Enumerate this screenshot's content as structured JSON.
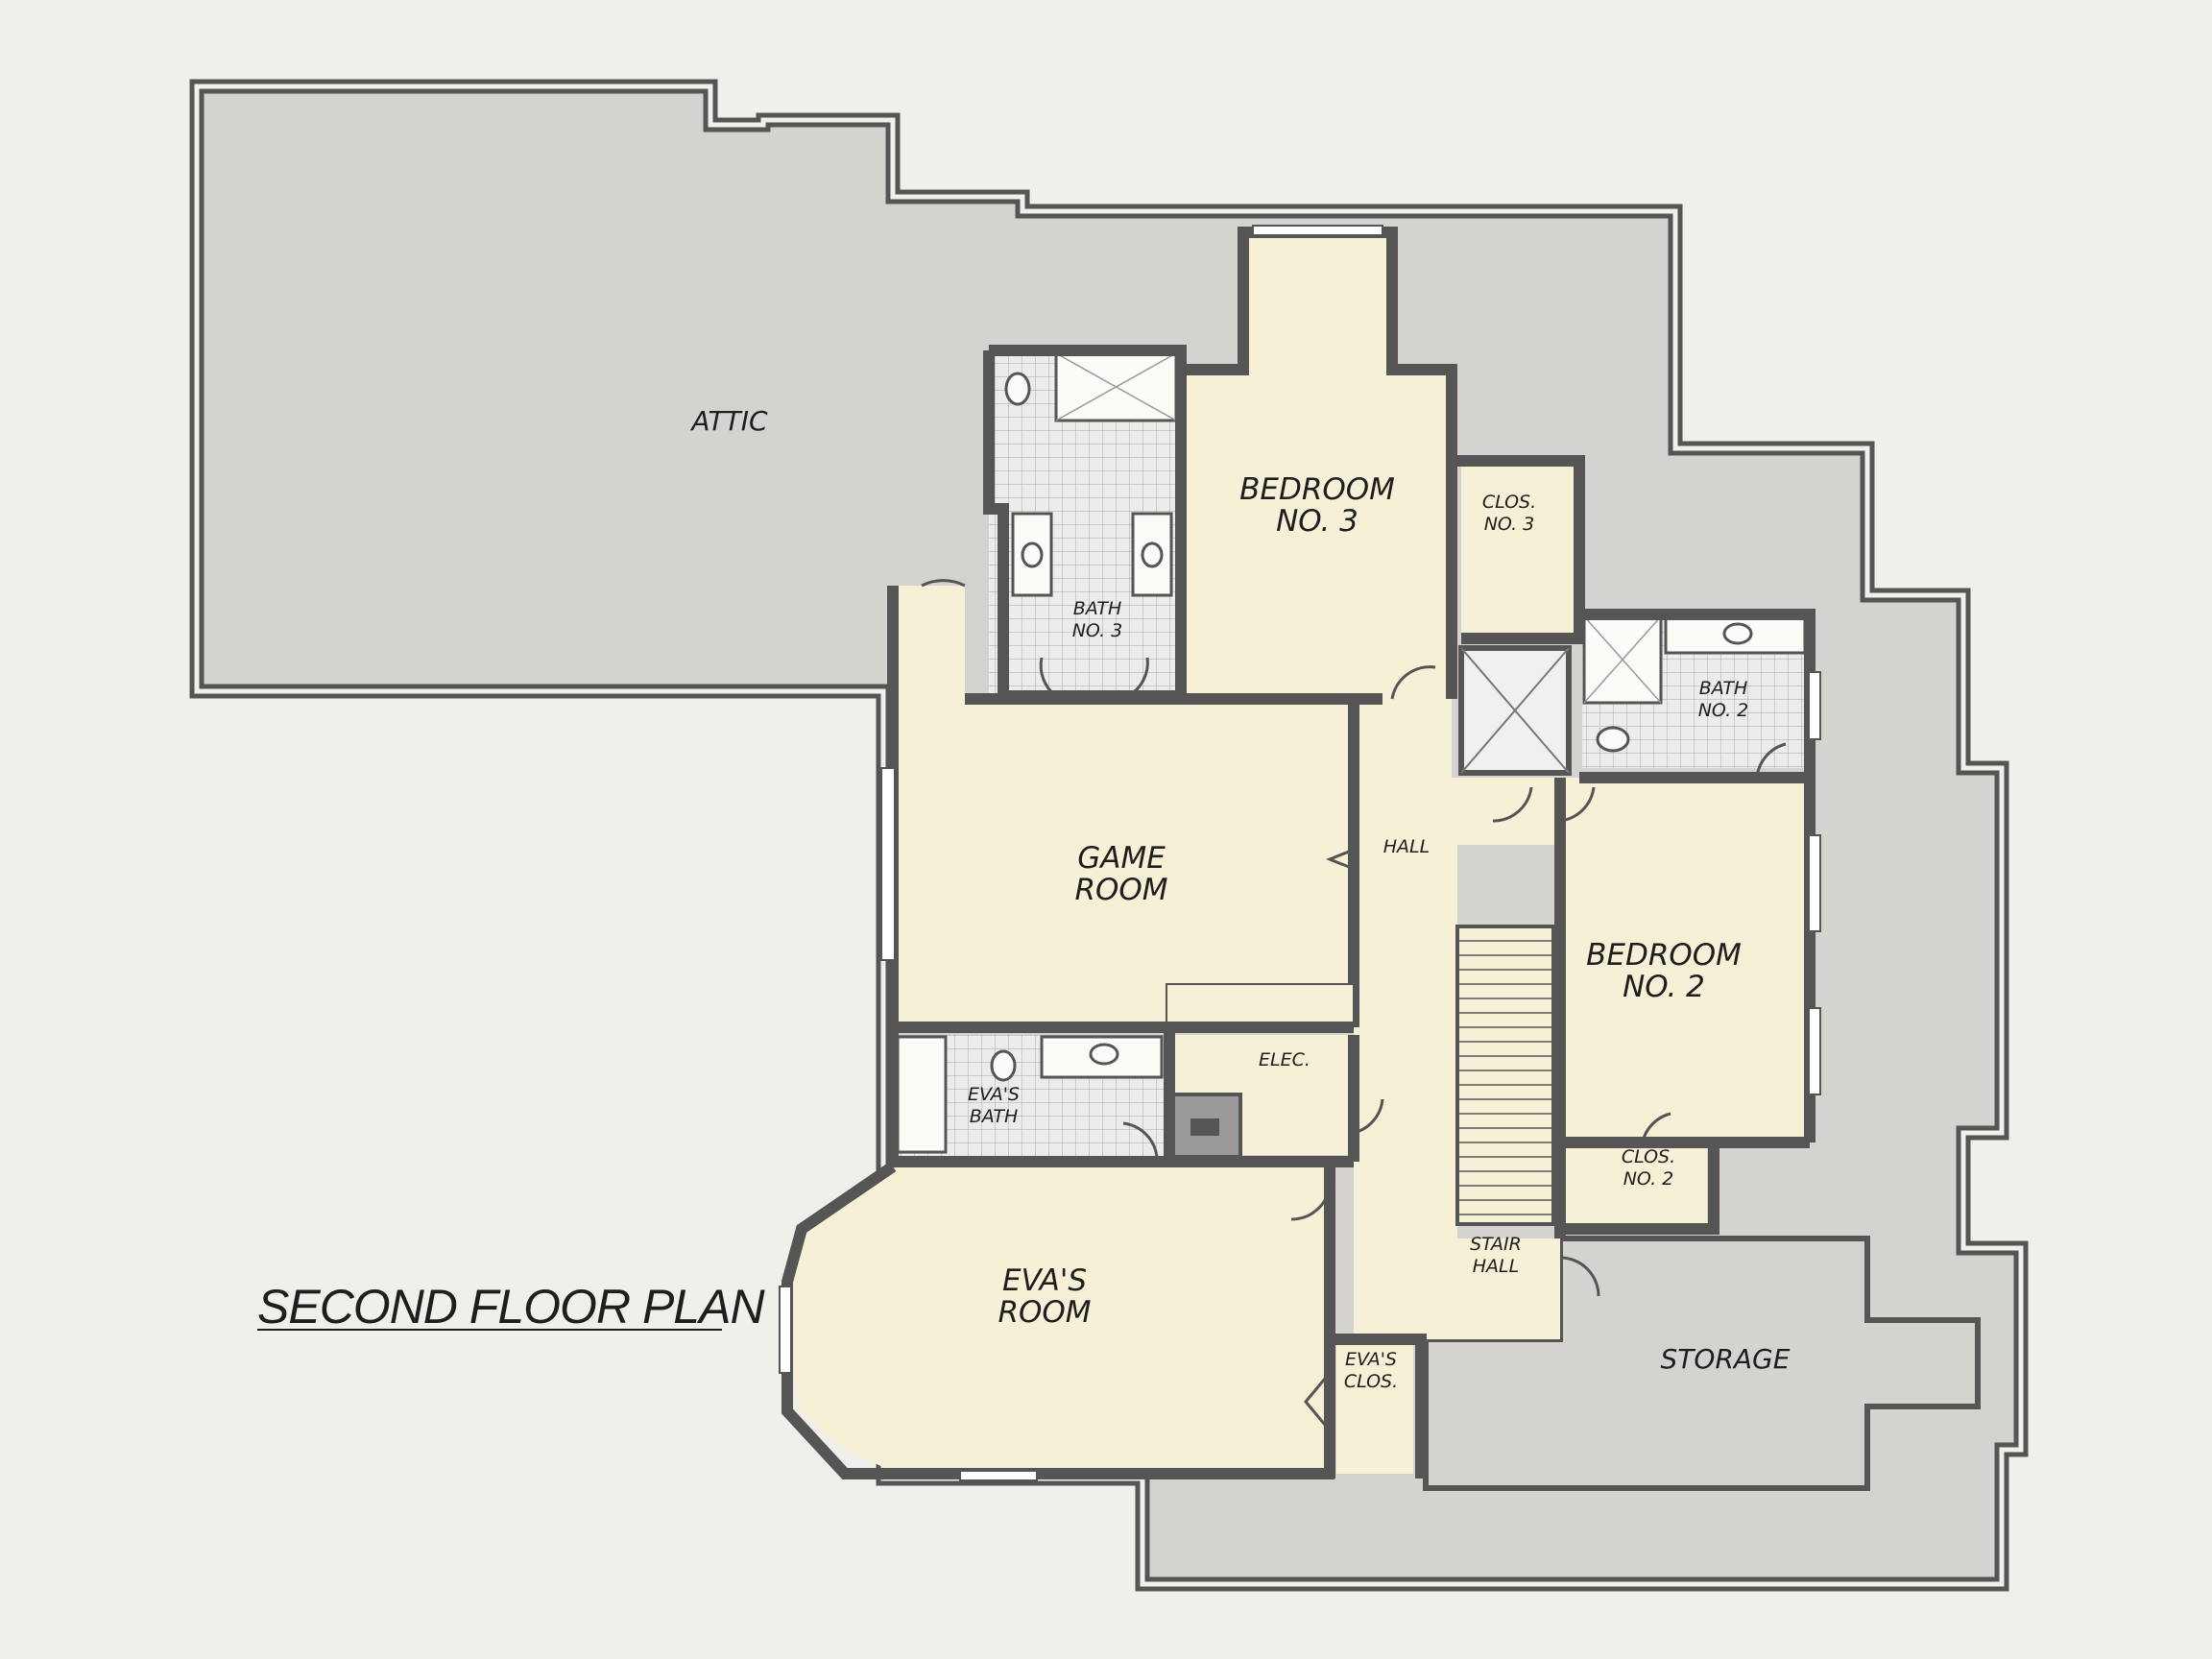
{
  "title": "SECOND FLOOR PLAN",
  "colors": {
    "background": "#f1efea",
    "room_fill": "#f5f0d6",
    "unfinished_fill": "#d5d3cf",
    "wall": "#555555",
    "tile_fill": "#ebebeb"
  },
  "rooms": {
    "attic": "ATTIC",
    "bedroom3_line1": "BEDROOM",
    "bedroom3_line2": "NO. 3",
    "clos3_line1": "CLOS.",
    "clos3_line2": "NO. 3",
    "bath3_line1": "BATH",
    "bath3_line2": "NO. 3",
    "bath2_line1": "BATH",
    "bath2_line2": "NO. 2",
    "game_line1": "GAME",
    "game_line2": "ROOM",
    "hall": "HALL",
    "bedroom2_line1": "BEDROOM",
    "bedroom2_line2": "NO. 2",
    "elec": "ELEC.",
    "evas_bath_line1": "EVA'S",
    "evas_bath_line2": "BATH",
    "clos2_line1": "CLOS.",
    "clos2_line2": "NO. 2",
    "evas_room_line1": "EVA'S",
    "evas_room_line2": "ROOM",
    "stair_hall_line1": "STAIR",
    "stair_hall_line2": "HALL",
    "evas_clos_line1": "EVA'S",
    "evas_clos_line2": "CLOS.",
    "storage": "STORAGE"
  }
}
